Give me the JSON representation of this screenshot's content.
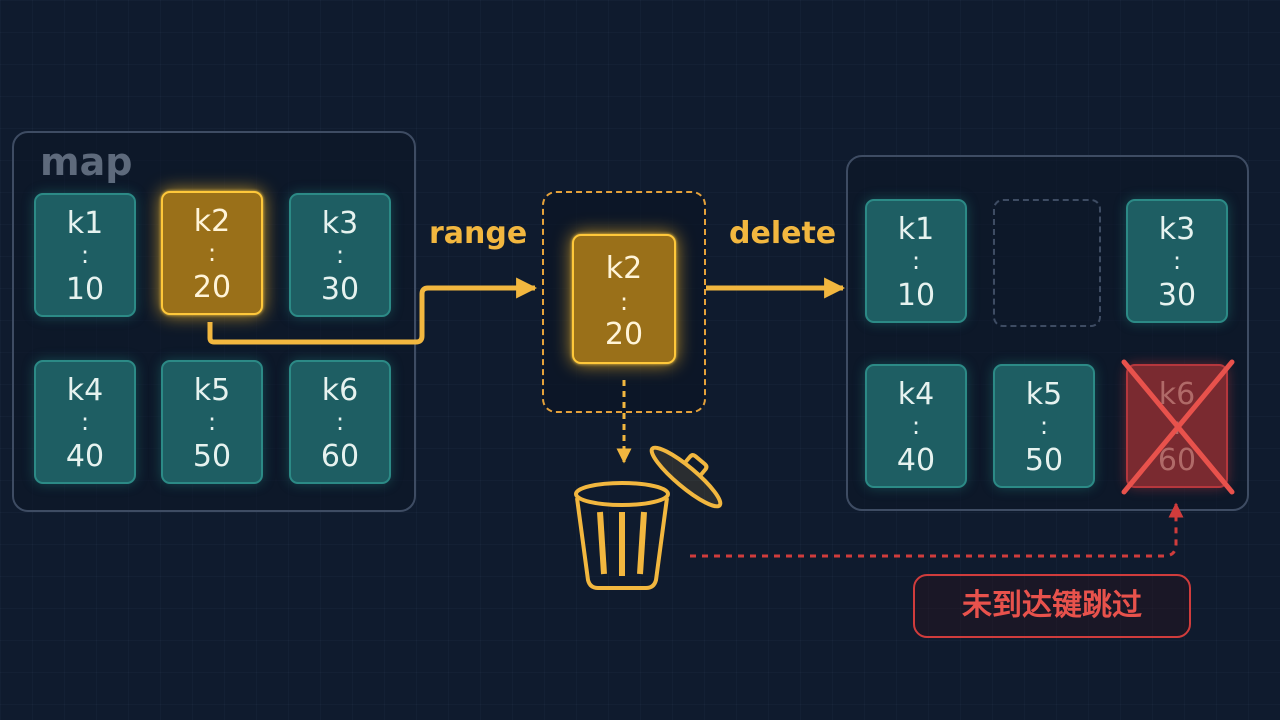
{
  "map_panel": {
    "title": "map",
    "cards": [
      {
        "key": "k1",
        "sep": ":",
        "value": "10"
      },
      {
        "key": "k2",
        "sep": ":",
        "value": "20"
      },
      {
        "key": "k3",
        "sep": ":",
        "value": "30"
      },
      {
        "key": "k4",
        "sep": ":",
        "value": "40"
      },
      {
        "key": "k5",
        "sep": ":",
        "value": "50"
      },
      {
        "key": "k6",
        "sep": ":",
        "value": "60"
      }
    ]
  },
  "operations": {
    "range_label": "range",
    "delete_label": "delete"
  },
  "iterated_card": {
    "key": "k2",
    "sep": ":",
    "value": "20"
  },
  "result_panel": {
    "cards": [
      {
        "key": "k1",
        "sep": ":",
        "value": "10"
      },
      {
        "key": "k3",
        "sep": ":",
        "value": "30"
      },
      {
        "key": "k4",
        "sep": ":",
        "value": "40"
      },
      {
        "key": "k5",
        "sep": ":",
        "value": "50"
      },
      {
        "key": "k6",
        "sep": ":",
        "value": "60"
      }
    ]
  },
  "skip_note": "未到达键跳过",
  "icons": [
    "trash-can-icon",
    "arrow-right-icon",
    "cross-mark-icon"
  ],
  "colors": {
    "background": "#0f1b2e",
    "card_teal": "#1e5e63",
    "highlight_gold": "#f2b73f",
    "deleted_red": "#d03c3c"
  }
}
